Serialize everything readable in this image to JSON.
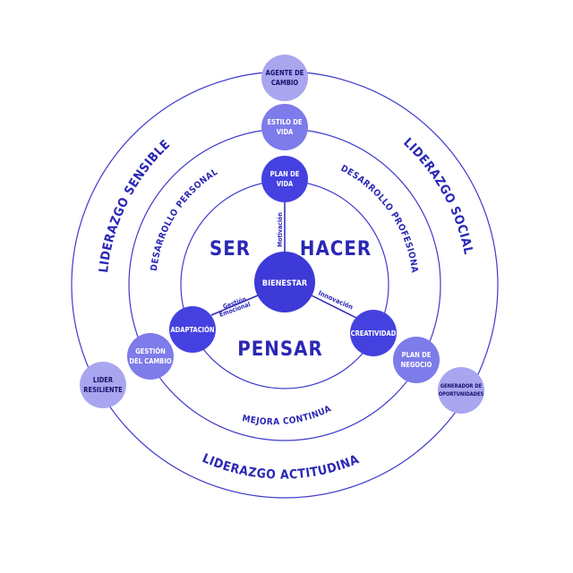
{
  "colors": {
    "ring_stroke": "#3d3acb",
    "core": "#3d3ad8",
    "inner_node": "#4541e0",
    "middle_node": "#7e7bea",
    "outer_node": "#a9a6ef",
    "text_dark": "#141268"
  },
  "center": {
    "label": "BIENESTAR"
  },
  "big_words": {
    "ser": "SER",
    "hacer": "HACER",
    "pensar": "PENSAR"
  },
  "spoke_labels": {
    "motivacion": "Motivación",
    "gestion_1": "Gestión",
    "gestion_2": "Emocional",
    "innovacion": "Innovación"
  },
  "nodes": {
    "plan_de_vida": [
      "PLAN DE",
      "VIDA"
    ],
    "adaptacion": [
      "ADAPTACIÓN"
    ],
    "creatividad": [
      "CREATIVIDAD"
    ],
    "estilo_de_vida": [
      "ESTILO DE",
      "VIDA"
    ],
    "gestion_del_cambio": [
      "GESTIÓN",
      "DEL CAMBIO"
    ],
    "plan_de_negocio": [
      "PLAN DE",
      "NEGOCIO"
    ],
    "agente_de_cambio": [
      "AGENTE DE",
      "CAMBIO"
    ],
    "lider_resiliente": [
      "LIDER",
      "RESILIENTE"
    ],
    "generador": [
      "GENERADOR DE",
      "OPORTUNIDADES"
    ]
  },
  "arc_labels": {
    "desarrollo_personal": "DESARROLLO PERSONAL",
    "desarrollo_profesional": "DESARROLLO PROFESIONAL",
    "mejora_continua": "MEJORA CONTINUA",
    "liderazgo_sensible": "LIDERAZGO SENSIBLE",
    "liderazgo_social": "LIDERAZGO SOCIAL",
    "liderazgo_actitudinal": "LIDERAZGO ACTITUDINAL"
  }
}
